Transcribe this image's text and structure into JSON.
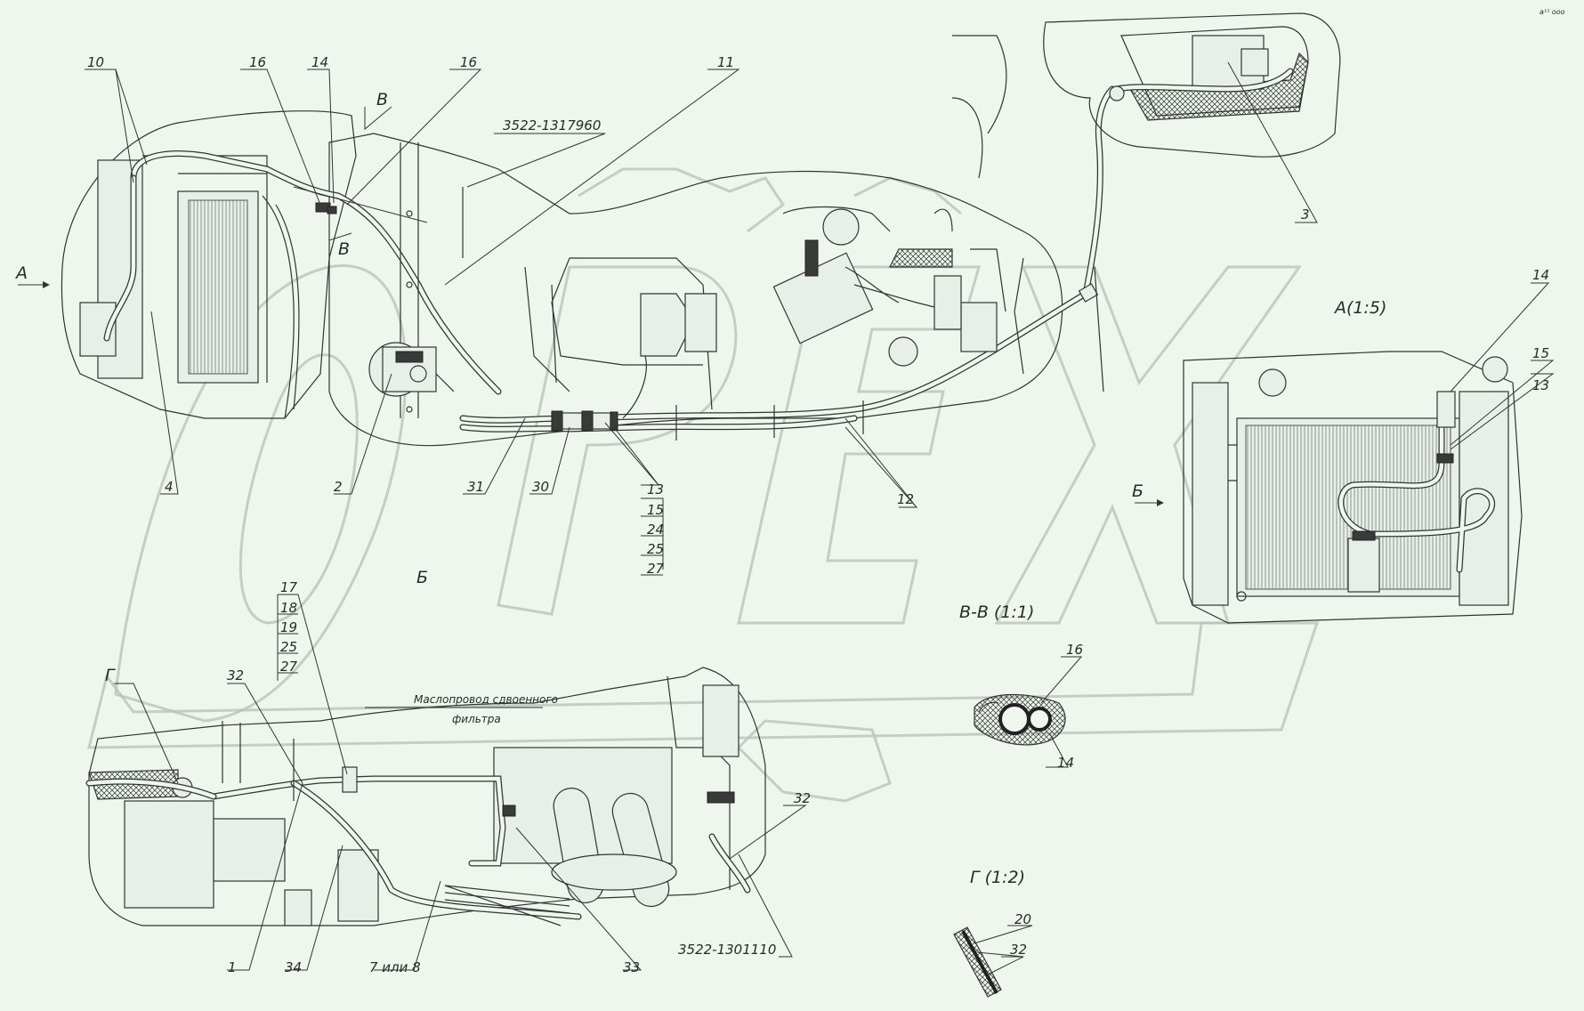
{
  "corner_mark": "a¹¹ ooo",
  "views": {
    "a_arrow": "А",
    "a_title": "А(1:5)",
    "b_arrow": "Б",
    "b_title": "Б",
    "v_mark_top": "В",
    "v_mark_bottom": "В",
    "vv_title": "В-В (1:1)",
    "g_mark": "Г",
    "g_title": "Г (1:2)"
  },
  "notes": {
    "oil_line_1": "Маслопровод сдвоенного",
    "oil_line_2": "фильтра"
  },
  "labels": {
    "p10": "10",
    "p16a": "16",
    "p14a": "14",
    "p16b": "16",
    "p11": "11",
    "ref_1317960": "3522-1317960",
    "p3": "3",
    "p4": "4",
    "p2": "2",
    "p31": "31",
    "p30": "30",
    "p13a": "13",
    "stack_a": [
      "15",
      "24",
      "25",
      "27"
    ],
    "p12": "12",
    "p14b": "14",
    "p15": "15",
    "p13b": "13",
    "p17": "17",
    "stack_b": [
      "18",
      "19",
      "25",
      "27"
    ],
    "p32a": "32",
    "p32b": "32",
    "p1": "1",
    "p34": "34",
    "p7or8": "7 или 8",
    "p33": "33",
    "ref_1301110": "3522-1301110",
    "p16c": "16",
    "p14c": "14",
    "p20": "20",
    "p32c": "32"
  }
}
